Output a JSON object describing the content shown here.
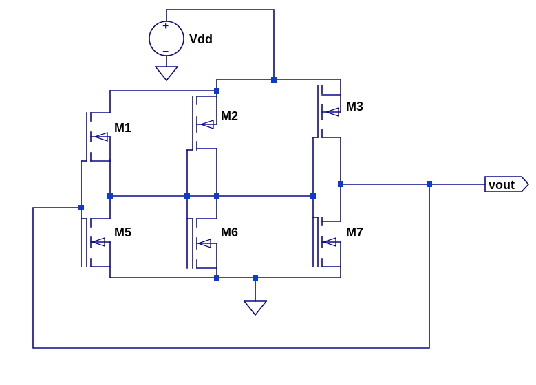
{
  "source": {
    "name": "Vdd",
    "plus": "+",
    "minus": "−"
  },
  "transistors": [
    {
      "id": "m1",
      "label": "M1",
      "type": "pmos"
    },
    {
      "id": "m2",
      "label": "M2",
      "type": "pmos"
    },
    {
      "id": "m3",
      "label": "M3",
      "type": "pmos"
    },
    {
      "id": "m5",
      "label": "M5",
      "type": "nmos"
    },
    {
      "id": "m6",
      "label": "M6",
      "type": "nmos"
    },
    {
      "id": "m7",
      "label": "M7",
      "type": "nmos"
    }
  ],
  "output_port": {
    "label": "vout"
  },
  "colors": {
    "wire": "#0a0a8a",
    "junction": "#0b3bd1",
    "text": "#000000",
    "background": "#ffffff"
  }
}
